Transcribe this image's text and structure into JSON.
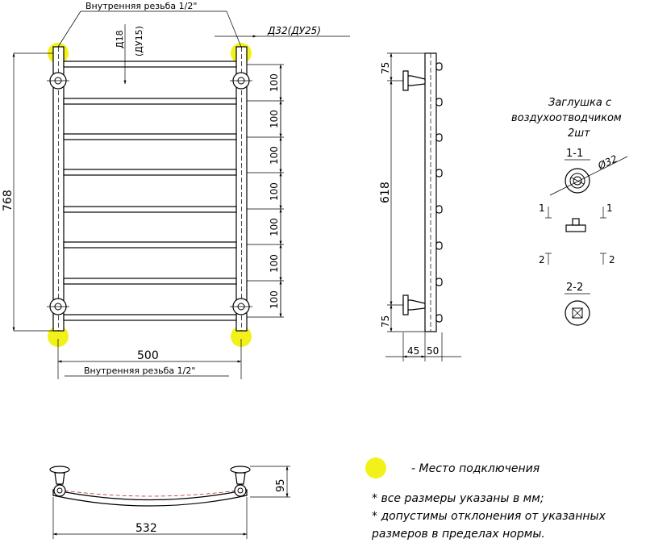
{
  "front_view": {
    "thread_label_top": "Внутренняя резьба 1/2\"",
    "thread_label_bottom": "Внутренняя резьба 1/2\"",
    "d_inner": "Д18",
    "d_inner_du": "(ДУ15)",
    "d_outer": "Д32(ДУ25)",
    "height_total": "768",
    "width": "500",
    "pitch_labels": [
      "100",
      "100",
      "100",
      "100",
      "100",
      "100",
      "100"
    ]
  },
  "side_view": {
    "center_distance": "618",
    "top_offset": "75",
    "bottom_offset": "75",
    "depth_a": "45",
    "depth_b": "50"
  },
  "plug_detail": {
    "title_line1": "Заглушка с",
    "title_line2": "воздухоотводчиком",
    "title_line3": "2шт",
    "section_1": "1-1",
    "diameter": "Ø32",
    "cut_1_left": "1",
    "cut_1_right": "1",
    "cut_2_left": "2",
    "cut_2_right": "2",
    "section_2": "2-2"
  },
  "top_view": {
    "width": "532",
    "depth": "95"
  },
  "legend": {
    "connection_label": "- Место подключения",
    "note_1": "* все размеры указаны в мм;",
    "note_2": "* допустимы отклонения от указанных",
    "note_3": "размеров в пределах нормы."
  },
  "colors": {
    "connection_dot": "#f2f21a",
    "line": "#000000"
  }
}
